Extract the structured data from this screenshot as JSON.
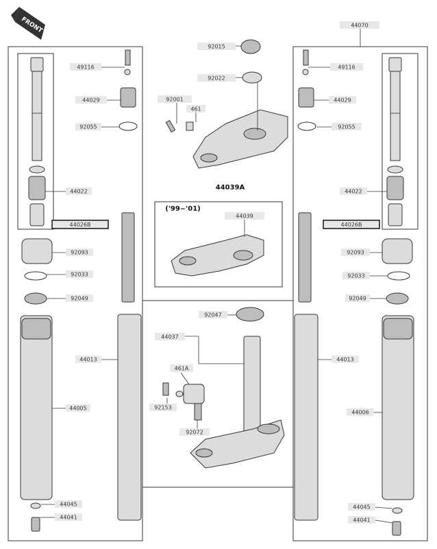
{
  "front_badge": "FRONT",
  "variant_label": "('99~'01)",
  "labels": {
    "p44070": "44070",
    "p92015": "92015",
    "p92022": "92022",
    "p92001": "92001",
    "p461": "461",
    "p44039A": "44039A",
    "p44039": "44039",
    "p92047": "92047",
    "p44037": "44037",
    "p461A": "461A",
    "p92153": "92153",
    "p92072": "92072",
    "l49116": "49116",
    "l44029": "44029",
    "l92055": "92055",
    "l44022": "44022",
    "l44026B": "44026B",
    "l92093": "92093",
    "l92033": "92033",
    "l92049": "92049",
    "l44013": "44013",
    "l44005": "44005",
    "l44045": "44045",
    "l44041": "44041",
    "r49116": "49116",
    "r44029": "44029",
    "r92055": "92055",
    "r44022": "44022",
    "r44026B": "44026B",
    "r92093": "92093",
    "r92033": "92033",
    "r92049": "92049",
    "r44013": "44013",
    "r44006": "44006",
    "r44045": "44045",
    "r44041": "44041"
  }
}
